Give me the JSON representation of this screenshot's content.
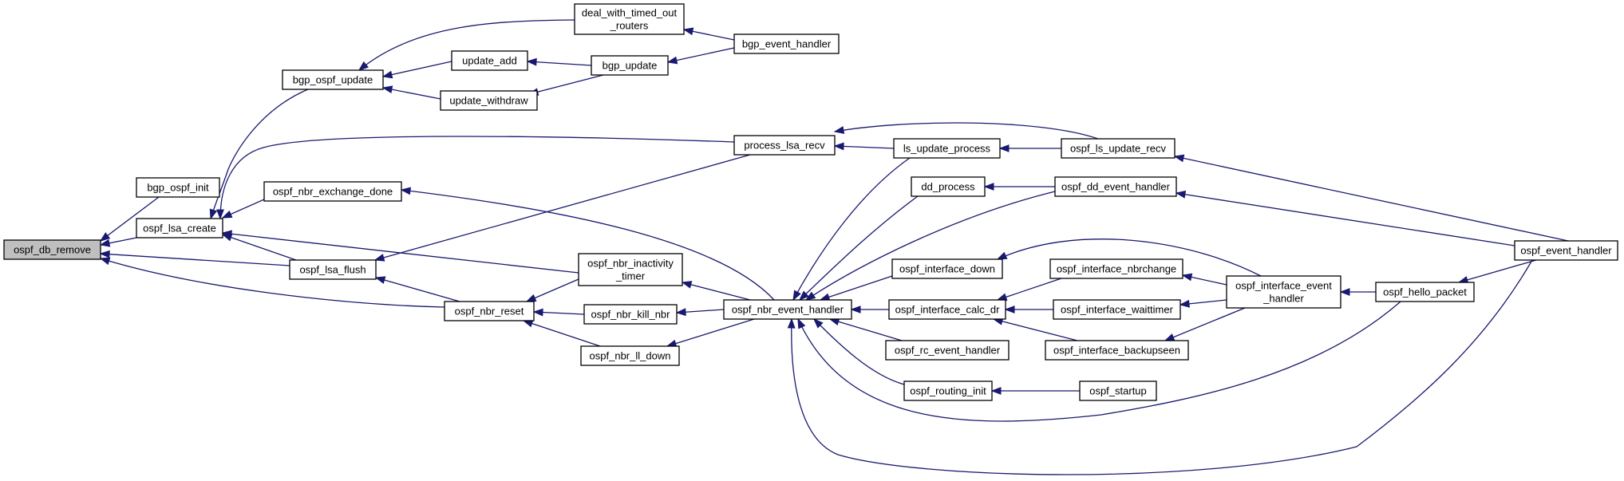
{
  "colors": {
    "edge": "#191970",
    "node_fill": "#ffffff",
    "root_fill": "#bfbfbf",
    "border": "#000000"
  },
  "nodes": [
    {
      "id": "ospf_db_remove",
      "lines": [
        "ospf_db_remove"
      ],
      "root": true
    },
    {
      "id": "bgp_ospf_init",
      "lines": [
        "bgp_ospf_init"
      ]
    },
    {
      "id": "ospf_lsa_create",
      "lines": [
        "ospf_lsa_create"
      ]
    },
    {
      "id": "bgp_ospf_update",
      "lines": [
        "bgp_ospf_update"
      ]
    },
    {
      "id": "deal_with_timed_out_routers",
      "lines": [
        "deal_with_timed_out",
        "_routers"
      ]
    },
    {
      "id": "update_add",
      "lines": [
        "update_add"
      ]
    },
    {
      "id": "update_withdraw",
      "lines": [
        "update_withdraw"
      ]
    },
    {
      "id": "bgp_update",
      "lines": [
        "bgp_update"
      ]
    },
    {
      "id": "bgp_event_handler",
      "lines": [
        "bgp_event_handler"
      ]
    },
    {
      "id": "process_lsa_recv",
      "lines": [
        "process_lsa_recv"
      ]
    },
    {
      "id": "ls_update_process",
      "lines": [
        "ls_update_process"
      ]
    },
    {
      "id": "ospf_ls_update_recv",
      "lines": [
        "ospf_ls_update_recv"
      ]
    },
    {
      "id": "ospf_nbr_exchange_done",
      "lines": [
        "ospf_nbr_exchange_done"
      ]
    },
    {
      "id": "ospf_lsa_flush",
      "lines": [
        "ospf_lsa_flush"
      ]
    },
    {
      "id": "ospf_nbr_reset",
      "lines": [
        "ospf_nbr_reset"
      ]
    },
    {
      "id": "ospf_nbr_inactivity_timer",
      "lines": [
        "ospf_nbr_inactivity",
        "_timer"
      ]
    },
    {
      "id": "ospf_nbr_kill_nbr",
      "lines": [
        "ospf_nbr_kill_nbr"
      ]
    },
    {
      "id": "ospf_nbr_ll_down",
      "lines": [
        "ospf_nbr_ll_down"
      ]
    },
    {
      "id": "ospf_nbr_event_handler",
      "lines": [
        "ospf_nbr_event_handler"
      ]
    },
    {
      "id": "dd_process",
      "lines": [
        "dd_process"
      ]
    },
    {
      "id": "ospf_dd_event_handler",
      "lines": [
        "ospf_dd_event_handler"
      ]
    },
    {
      "id": "ospf_interface_down",
      "lines": [
        "ospf_interface_down"
      ]
    },
    {
      "id": "ospf_interface_calc_dr",
      "lines": [
        "ospf_interface_calc_dr"
      ]
    },
    {
      "id": "ospf_rc_event_handler",
      "lines": [
        "ospf_rc_event_handler"
      ]
    },
    {
      "id": "ospf_routing_init",
      "lines": [
        "ospf_routing_init"
      ]
    },
    {
      "id": "ospf_startup",
      "lines": [
        "ospf_startup"
      ]
    },
    {
      "id": "ospf_interface_nbrchange",
      "lines": [
        "ospf_interface_nbrchange"
      ]
    },
    {
      "id": "ospf_interface_waittimer",
      "lines": [
        "ospf_interface_waittimer"
      ]
    },
    {
      "id": "ospf_interface_backupseen",
      "lines": [
        "ospf_interface_backupseen"
      ]
    },
    {
      "id": "ospf_interface_event_handler",
      "lines": [
        "ospf_interface_event",
        "_handler"
      ]
    },
    {
      "id": "ospf_hello_packet",
      "lines": [
        "ospf_hello_packet"
      ]
    },
    {
      "id": "ospf_event_handler",
      "lines": [
        "ospf_event_handler"
      ]
    }
  ],
  "edges": [
    {
      "from": "bgp_ospf_init",
      "to": "ospf_db_remove"
    },
    {
      "from": "ospf_lsa_create",
      "to": "ospf_db_remove"
    },
    {
      "from": "ospf_lsa_flush",
      "to": "ospf_db_remove"
    },
    {
      "from": "ospf_nbr_reset",
      "to": "ospf_db_remove"
    },
    {
      "from": "bgp_ospf_update",
      "to": "ospf_lsa_create"
    },
    {
      "from": "process_lsa_recv",
      "to": "ospf_lsa_create"
    },
    {
      "from": "ospf_nbr_exchange_done",
      "to": "ospf_lsa_create"
    },
    {
      "from": "ospf_lsa_flush",
      "to": "ospf_lsa_create"
    },
    {
      "from": "ospf_nbr_inactivity_timer",
      "to": "ospf_lsa_create"
    },
    {
      "from": "deal_with_timed_out_routers",
      "to": "bgp_ospf_update"
    },
    {
      "from": "update_add",
      "to": "bgp_ospf_update"
    },
    {
      "from": "update_withdraw",
      "to": "bgp_ospf_update"
    },
    {
      "from": "bgp_event_handler",
      "to": "deal_with_timed_out_routers"
    },
    {
      "from": "bgp_update",
      "to": "update_add"
    },
    {
      "from": "bgp_update",
      "to": "update_withdraw"
    },
    {
      "from": "bgp_event_handler",
      "to": "bgp_update"
    },
    {
      "from": "ls_update_process",
      "to": "process_lsa_recv"
    },
    {
      "from": "ospf_ls_update_recv",
      "to": "process_lsa_recv"
    },
    {
      "from": "ospf_ls_update_recv",
      "to": "ls_update_process"
    },
    {
      "from": "ospf_event_handler",
      "to": "ospf_ls_update_recv"
    },
    {
      "from": "ospf_nbr_event_handler",
      "to": "ospf_nbr_exchange_done"
    },
    {
      "from": "process_lsa_recv",
      "to": "ospf_lsa_flush"
    },
    {
      "from": "ospf_nbr_reset",
      "to": "ospf_lsa_flush"
    },
    {
      "from": "ospf_nbr_inactivity_timer",
      "to": "ospf_nbr_reset"
    },
    {
      "from": "ospf_nbr_kill_nbr",
      "to": "ospf_nbr_reset"
    },
    {
      "from": "ospf_nbr_ll_down",
      "to": "ospf_nbr_reset"
    },
    {
      "from": "ospf_nbr_event_handler",
      "to": "ospf_nbr_inactivity_timer"
    },
    {
      "from": "ospf_nbr_event_handler",
      "to": "ospf_nbr_kill_nbr"
    },
    {
      "from": "ospf_nbr_event_handler",
      "to": "ospf_nbr_ll_down"
    },
    {
      "from": "ls_update_process",
      "to": "ospf_nbr_event_handler"
    },
    {
      "from": "dd_process",
      "to": "ospf_nbr_event_handler"
    },
    {
      "from": "ospf_dd_event_handler",
      "to": "ospf_nbr_event_handler"
    },
    {
      "from": "ospf_interface_down",
      "to": "ospf_nbr_event_handler"
    },
    {
      "from": "ospf_interface_calc_dr",
      "to": "ospf_nbr_event_handler"
    },
    {
      "from": "ospf_rc_event_handler",
      "to": "ospf_nbr_event_handler"
    },
    {
      "from": "ospf_routing_init",
      "to": "ospf_nbr_event_handler"
    },
    {
      "from": "ospf_hello_packet",
      "to": "ospf_nbr_event_handler"
    },
    {
      "from": "ospf_event_handler",
      "to": "ospf_nbr_event_handler"
    },
    {
      "from": "ospf_dd_event_handler",
      "to": "dd_process"
    },
    {
      "from": "ospf_event_handler",
      "to": "ospf_dd_event_handler"
    },
    {
      "from": "ospf_interface_event_handler",
      "to": "ospf_interface_down"
    },
    {
      "from": "ospf_interface_nbrchange",
      "to": "ospf_interface_calc_dr"
    },
    {
      "from": "ospf_interface_waittimer",
      "to": "ospf_interface_calc_dr"
    },
    {
      "from": "ospf_interface_backupseen",
      "to": "ospf_interface_calc_dr"
    },
    {
      "from": "ospf_startup",
      "to": "ospf_routing_init"
    },
    {
      "from": "ospf_interface_event_handler",
      "to": "ospf_interface_nbrchange"
    },
    {
      "from": "ospf_interface_event_handler",
      "to": "ospf_interface_waittimer"
    },
    {
      "from": "ospf_interface_event_handler",
      "to": "ospf_interface_backupseen"
    },
    {
      "from": "ospf_hello_packet",
      "to": "ospf_interface_event_handler"
    },
    {
      "from": "ospf_event_handler",
      "to": "ospf_hello_packet"
    }
  ]
}
